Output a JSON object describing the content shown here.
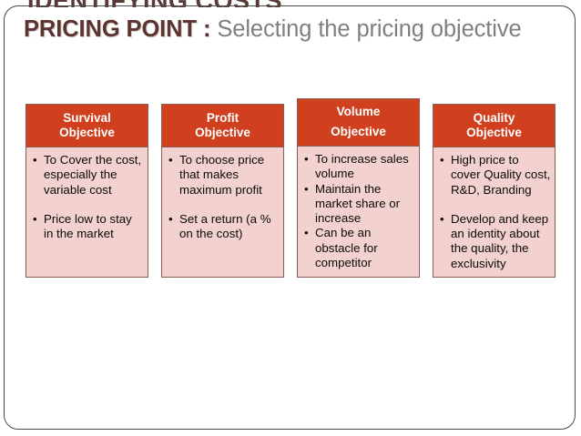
{
  "slide": {
    "ghost_title_previous": "IDENTIFYING COSTS",
    "title_emphasis": "PRICING POINT :",
    "title_rest": " Selecting the pricing objective",
    "accent_header_color": "#D0401F",
    "body_fill_color": "#F2D1CE",
    "border_color": "#8A5B52",
    "title_emphasis_color": "#5D342F",
    "title_rest_color": "#7F7F7F"
  },
  "columns": [
    {
      "id": "survival",
      "header_line1": "Survival",
      "header_line2": "Objective",
      "header_spaced": false,
      "bullets": [
        {
          "text": "To Cover the cost, especially the variable cost",
          "gap_before": false
        },
        {
          "text": "Price low to stay in the market",
          "gap_before": true
        }
      ]
    },
    {
      "id": "profit",
      "header_line1": "Profit",
      "header_line2": "Objective",
      "header_spaced": false,
      "bullets": [
        {
          "text": "To choose price that makes maximum profit",
          "gap_before": false
        },
        {
          "text": "Set a return (a % on the cost)",
          "gap_before": true
        }
      ]
    },
    {
      "id": "volume",
      "header_line1": "Volume",
      "header_line2": "Objective",
      "header_spaced": true,
      "bullets": [
        {
          "text": "To increase sales volume",
          "gap_before": false
        },
        {
          "text": "Maintain the market share or increase",
          "gap_before": false
        },
        {
          "text": "Can be an obstacle for competitor",
          "gap_before": false
        }
      ]
    },
    {
      "id": "quality",
      "header_line1": "Quality",
      "header_line2": "Objective",
      "header_spaced": false,
      "bullets": [
        {
          "text": "High price to cover Quality cost, R&D, Branding",
          "gap_before": false
        },
        {
          "text": "Develop and keep an identity about the quality, the exclusivity",
          "gap_before": true
        }
      ]
    }
  ],
  "bullet_glyph": "•"
}
